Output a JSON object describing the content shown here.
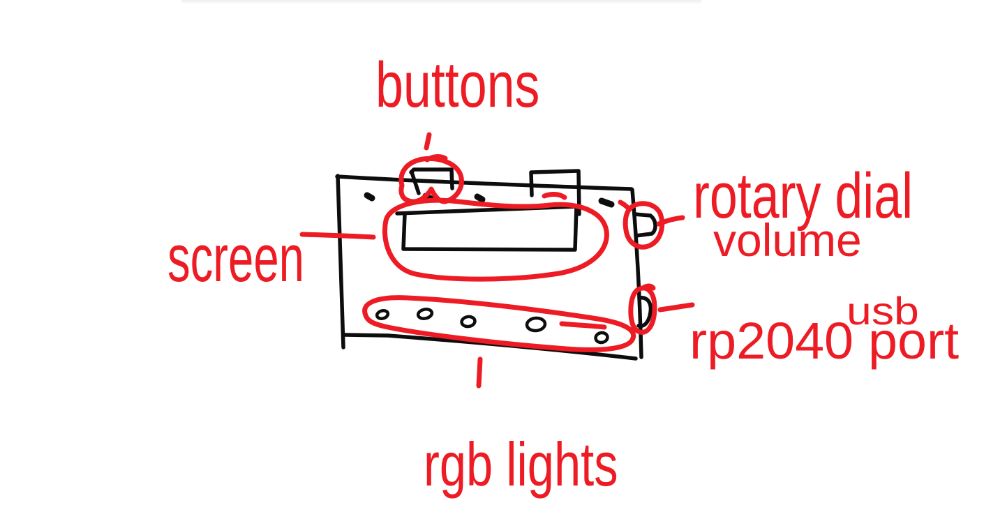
{
  "page": {
    "background": "#ffffff"
  },
  "colors": {
    "annotation_red": "#ed1c24",
    "sketch_ink": "#0d0d0d",
    "top_strip_gray": "#eceef0"
  },
  "labels": {
    "buttons": "buttons",
    "screen": "screen",
    "rotary_dial_line1": "rotary dial",
    "rotary_dial_line2": "volume",
    "usb_line1": "usb",
    "usb_line2": "rp2040 port",
    "rgb_lights": "rgb lights"
  }
}
